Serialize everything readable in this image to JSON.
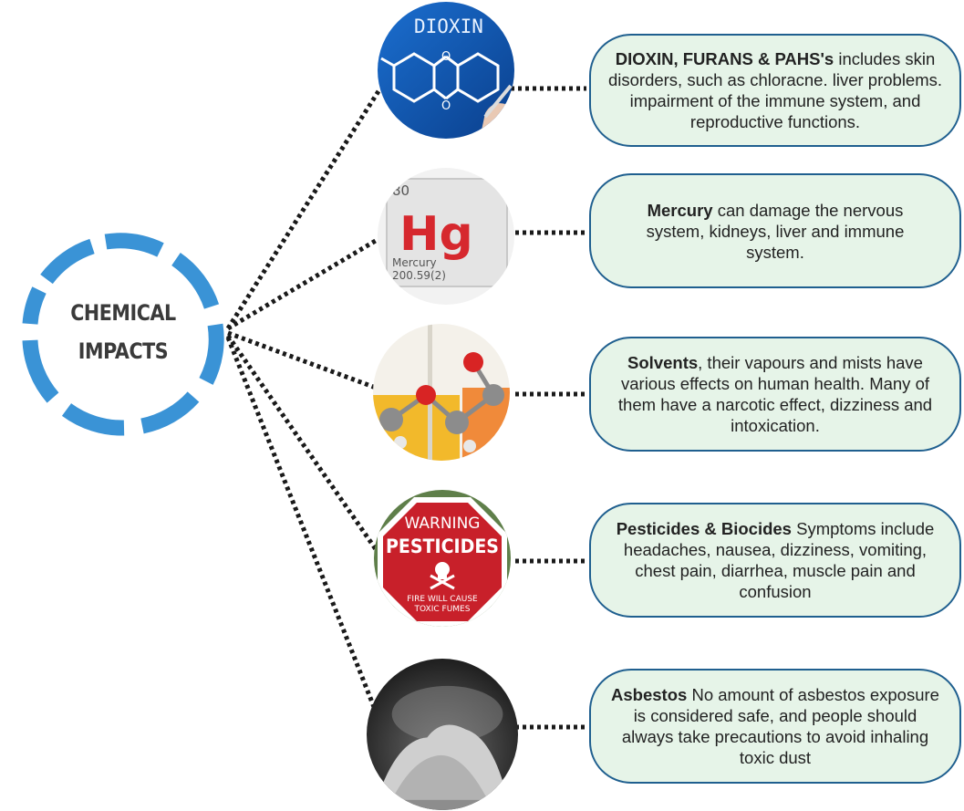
{
  "hub": {
    "line1": "CHEMICAL",
    "line2": "IMPACTS",
    "ring_color": "#3a93d6",
    "text_color": "#3a3a3a"
  },
  "items": [
    {
      "image_label": "DIOXIN",
      "title": "DIOXIN, FURANS & PAHS's",
      "text": " includes skin disorders, such as chloracne. liver problems. impairment of the immune system, and reproductive functions."
    },
    {
      "image_number": "80",
      "image_symbol": "Hg",
      "image_name": "Mercury",
      "image_mass": "200.59(2)",
      "title": "Mercury",
      "text": " can damage the nervous system, kidneys, liver and immune system."
    },
    {
      "title": "Solvents",
      "text": ", their vapours and mists have various effects on human health. Many of them have a narcotic effect,  dizziness and intoxication."
    },
    {
      "image_line1": "WARNING",
      "image_line2": "PESTICIDES",
      "image_line3": "FIRE WILL CAUSE",
      "image_line4": "TOXIC FUMES",
      "title": "Pesticides & Biocides",
      "text": " Symptoms include headaches, nausea, dizziness, vomiting, chest pain, diarrhea, muscle pain and confusion"
    },
    {
      "title": "Asbestos",
      "text": " No amount of asbestos exposure is considered safe, and people should always take precautions to avoid inhaling toxic dust"
    }
  ],
  "colors": {
    "card_fill": "#e6f4e8",
    "card_border": "#1f5f8f",
    "connector": "#1a1a1a"
  }
}
